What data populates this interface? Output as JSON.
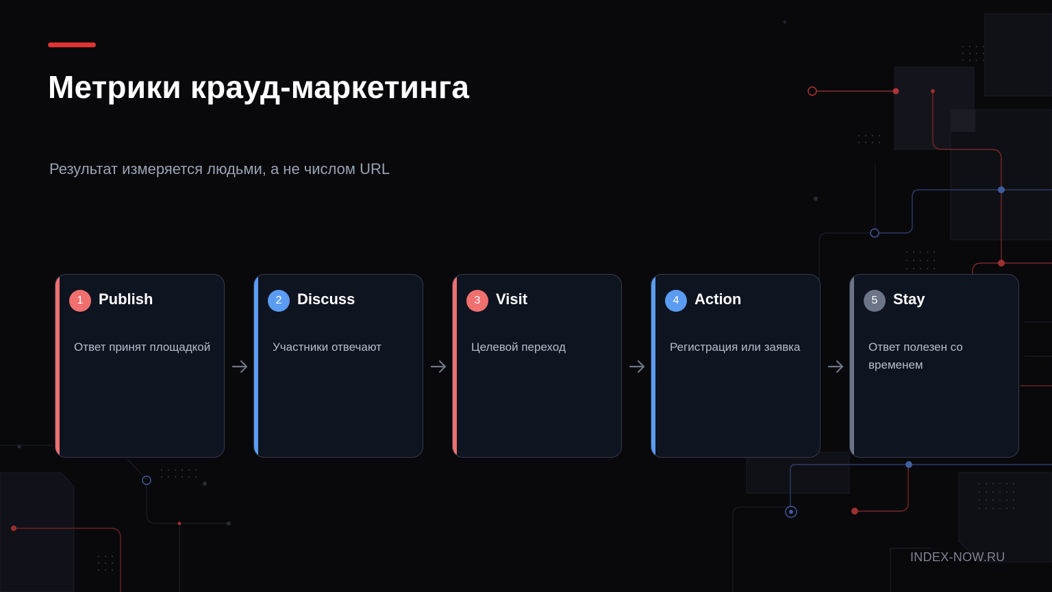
{
  "slide": {
    "title": "Метрики крауд-маркетинга",
    "subtitle": "Результат измеряется людьми, а не числом URL",
    "footer": "INDEX-NOW.RU"
  },
  "colors": {
    "background": "#09090c",
    "accent_red": "#e03232",
    "red": "#f07070",
    "blue": "#5b9cf2",
    "gray": "#6b7587",
    "card_bg": "#0f1421",
    "card_border": "#343b4c"
  },
  "steps": [
    {
      "number": "1",
      "title": "Publish",
      "description": "Ответ принят площадкой",
      "accent": "#f07070"
    },
    {
      "number": "2",
      "title": "Discuss",
      "description": "Участники отвечают",
      "accent": "#5b9cf2"
    },
    {
      "number": "3",
      "title": "Visit",
      "description": "Целевой переход",
      "accent": "#f07070"
    },
    {
      "number": "4",
      "title": "Action",
      "description": "Регистрация или заявка",
      "accent": "#5b9cf2"
    },
    {
      "number": "5",
      "title": "Stay",
      "description": "Ответ полезен со временем",
      "accent": "#6b7587"
    }
  ],
  "arrow_icon": "arrow-right-icon"
}
